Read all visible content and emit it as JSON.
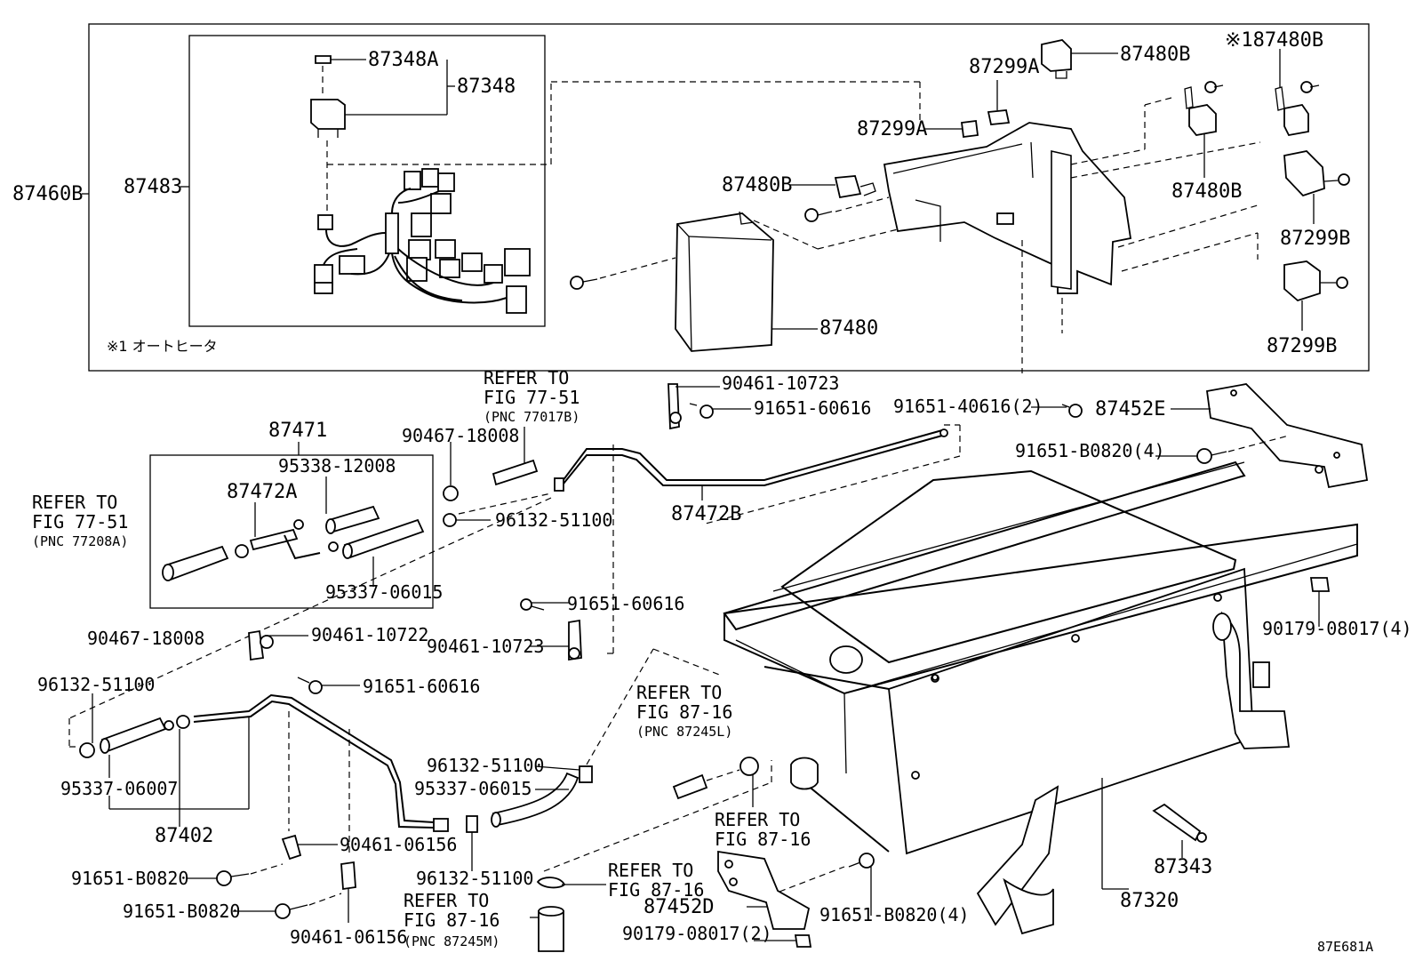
{
  "labels": {
    "p87460B": "87460B",
    "p87483": "87483",
    "p87348A": "87348A",
    "p87348": "87348",
    "p87299A_top": "87299A",
    "p87299A_mid": "87299A",
    "p87480B_top": "87480B",
    "p87480B_note": "※187480B",
    "p87480B_left": "87480B",
    "p87480B_right": "87480B",
    "p87299B_top": "87299B",
    "p87299B_bot": "87299B",
    "p87480": "87480",
    "note_autoheater": "※1 オートヒータ",
    "p87471": "87471",
    "p95338_12008": "95338-12008",
    "p87472A": "87472A",
    "p95337_06015_box": "95337-06015",
    "p90467_18008_top": "90467-18008",
    "p90467_18008_bot": "90467-18008",
    "p96132_51100_a": "96132-51100",
    "p96132_51100_b": "96132-51100",
    "p96132_51100_c": "96132-51100",
    "p96132_51100_d": "96132-51100",
    "p90461_10723_top": "90461-10723",
    "p90461_10723_mid": "90461-10723",
    "p91651_60616_a": "91651-60616",
    "p91651_60616_b": "91651-60616",
    "p91651_60616_c": "91651-60616",
    "p91651_40616": "91651-40616(2)",
    "p87452E": "87452E",
    "p91651_B0820_4_top": "91651-B0820(4)",
    "p87472B": "87472B",
    "p90461_10722": "90461-10722",
    "p95337_06007": "95337-06007",
    "p87402": "87402",
    "p90461_06156_a": "90461-06156",
    "p90461_06156_b": "90461-06156",
    "p91651_B0820_a": "91651-B0820",
    "p91651_B0820_b": "91651-B0820",
    "p95337_06015": "95337-06015",
    "p90179_08017_4": "90179-08017(4)",
    "p91651_B0820_4_bot": "91651-B0820(4)",
    "p87452D": "87452D",
    "p90179_08017_2": "90179-08017(2)",
    "p87343": "87343",
    "p87320": "87320",
    "diagram_id": "87E681A"
  },
  "refs": {
    "r1_l1": "REFER TO",
    "r1_l2": "FIG 77-51",
    "r1_l3": "(PNC 77017B)",
    "r2_l1": "REFER TO",
    "r2_l2": "FIG 77-51",
    "r2_l3": "(PNC 77208A)",
    "r3_l1": "REFER TO",
    "r3_l2": "FIG 87-16",
    "r3_l3": "(PNC 87245L)",
    "r4_l1": "REFER TO",
    "r4_l2": "FIG 87-16",
    "r5_l1": "REFER TO",
    "r5_l2": "FIG 87-16",
    "r6_l1": "REFER TO",
    "r6_l2": "FIG 87-16",
    "r6_l3": "(PNC 87245M)"
  }
}
